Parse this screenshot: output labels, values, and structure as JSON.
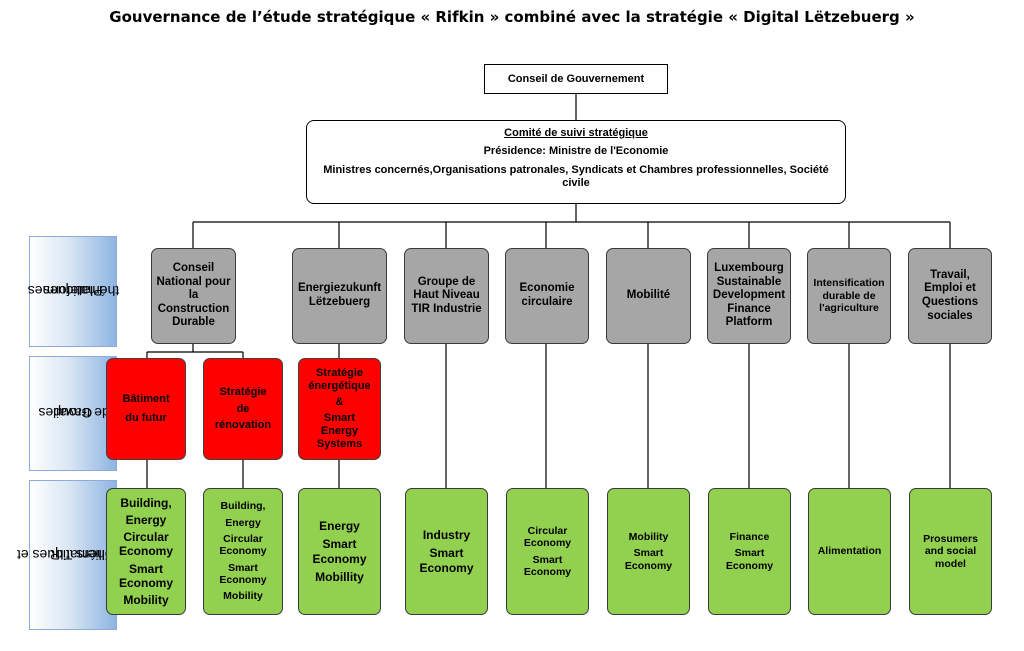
{
  "title": "Gouvernance de l’étude stratégique « Rifkin » combiné avec la stratégie « Digital Lëtzebuerg »",
  "conseil": "Conseil de Gouvernement",
  "comite": {
    "title": "Comité de suivi stratégique",
    "presidence": "Présidence: Ministre de l'Economie",
    "members_line1": "Ministres concernés,Organisations patronales, Syndicats et Chambres professionnelles, Société",
    "members_line2": "civile"
  },
  "rows": {
    "plateformes": [
      "Plateformes",
      "thématiques"
    ],
    "groupes": [
      "Groupes",
      "de travail"
    ],
    "thematiques": [
      "Thématiques et",
      "piliers TIR"
    ]
  },
  "plateformes": [
    [
      "Conseil",
      "National pour",
      "la",
      "Construction",
      "Durable"
    ],
    [
      "Energiezukunft",
      "Lëtzebuerg"
    ],
    [
      "Groupe de",
      "Haut Niveau",
      "TIR Industrie"
    ],
    [
      "Economie",
      "circulaire"
    ],
    [
      "Mobilité"
    ],
    [
      "Luxembourg",
      "Sustainable",
      "Development",
      "Finance",
      "Platform"
    ],
    [
      "Intensification",
      "durable de",
      "l'agriculture"
    ],
    [
      "Travail,",
      "Emploi et",
      "Questions",
      "sociales"
    ]
  ],
  "groupes": [
    [
      "Bâtiment",
      "du futur"
    ],
    [
      "Stratégie",
      "de",
      "rénovation"
    ],
    [
      "Stratégie",
      "énergétique",
      "&",
      "Smart",
      "Energy",
      "Systems"
    ]
  ],
  "thematiques": [
    [
      "Building,",
      "Energy",
      "Circular",
      "Economy",
      "Smart",
      "Economy",
      "Mobility"
    ],
    [
      "Building,",
      "Energy",
      "Circular",
      "Economy",
      "Smart",
      "Economy",
      "Mobility"
    ],
    [
      "Energy",
      "Smart",
      "Economy",
      "Mobillity"
    ],
    [
      "Industry",
      "Smart",
      "Economy"
    ],
    [
      "Circular",
      "Economy",
      "Smart",
      "Economy"
    ],
    [
      "Mobility",
      "Smart",
      "Economy"
    ],
    [
      "Finance",
      "Smart",
      "Economy"
    ],
    [
      "Alimentation"
    ],
    [
      "Prosumers",
      "and social",
      "model"
    ]
  ]
}
